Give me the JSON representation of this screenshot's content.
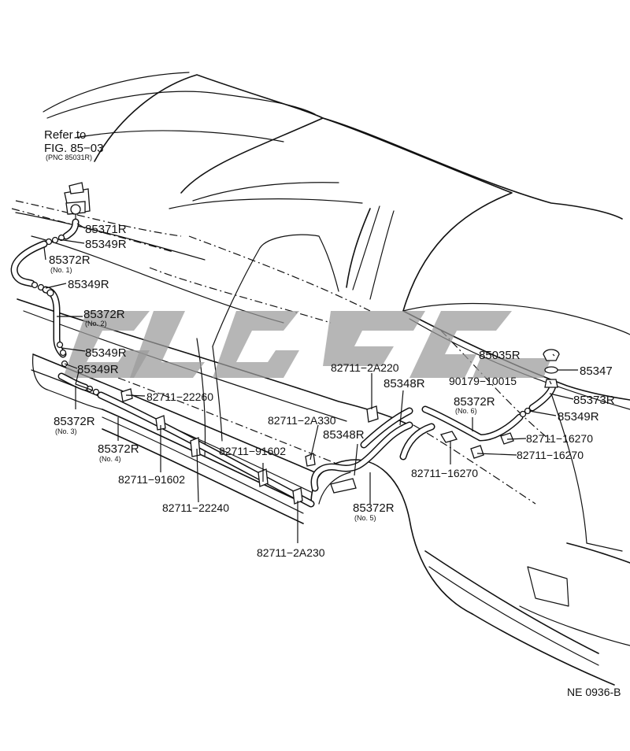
{
  "reference": {
    "line1": "Refer to",
    "line2": "FIG. 85−03",
    "line3": "(PNC 85031R)"
  },
  "callouts": [
    {
      "code": "85371R",
      "sub": ""
    },
    {
      "code": "85349R",
      "sub": ""
    },
    {
      "code": "85372R",
      "sub": "(No. 1)"
    },
    {
      "code": "85349R",
      "sub": ""
    },
    {
      "code": "85372R",
      "sub": "(No. 2)"
    },
    {
      "code": "85349R",
      "sub": ""
    },
    {
      "code": "85349R",
      "sub": ""
    },
    {
      "code": "85372R",
      "sub": "(No. 3)"
    },
    {
      "code": "82711−22260",
      "sub": ""
    },
    {
      "code": "85372R",
      "sub": "(No. 4)"
    },
    {
      "code": "82711−91602",
      "sub": ""
    },
    {
      "code": "82711−91602",
      "sub": ""
    },
    {
      "code": "82711−22240",
      "sub": ""
    },
    {
      "code": "82711−2A230",
      "sub": ""
    },
    {
      "code": "82711−2A330",
      "sub": ""
    },
    {
      "code": "85348R",
      "sub": ""
    },
    {
      "code": "85372R",
      "sub": "(No. 5)"
    },
    {
      "code": "82711−2A220",
      "sub": ""
    },
    {
      "code": "85348R",
      "sub": ""
    },
    {
      "code": "85372R",
      "sub": "(No. 6)"
    },
    {
      "code": "82711−16270",
      "sub": ""
    },
    {
      "code": "85035R",
      "sub": ""
    },
    {
      "code": "85347",
      "sub": ""
    },
    {
      "code": "90179−10015",
      "sub": ""
    },
    {
      "code": "85373R",
      "sub": ""
    },
    {
      "code": "85349R",
      "sub": ""
    },
    {
      "code": "82711−16270",
      "sub": ""
    },
    {
      "code": "82711−16270",
      "sub": ""
    }
  ],
  "diagram_code": "NE  0936-B",
  "watermark_colors": {
    "fill": "#9a9a9a",
    "line": "#111111",
    "background": "#ffffff"
  }
}
